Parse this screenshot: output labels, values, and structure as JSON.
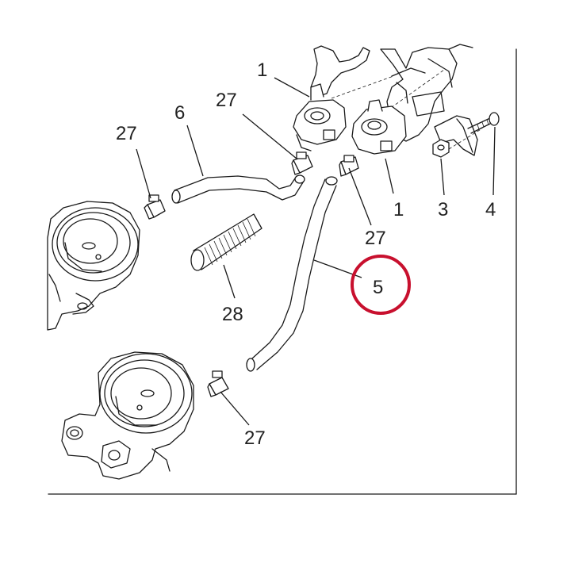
{
  "diagram": {
    "highlight_color": "#c8102e",
    "line_color": "#1a1a1a",
    "labels": {
      "p1_top": "1",
      "p1_right": "1",
      "p3": "3",
      "p4": "4",
      "p5": "5",
      "p6": "6",
      "p27_a": "27",
      "p27_b": "27",
      "p27_c": "27",
      "p27_d": "27",
      "p28": "28"
    },
    "highlighted_part": "5"
  }
}
